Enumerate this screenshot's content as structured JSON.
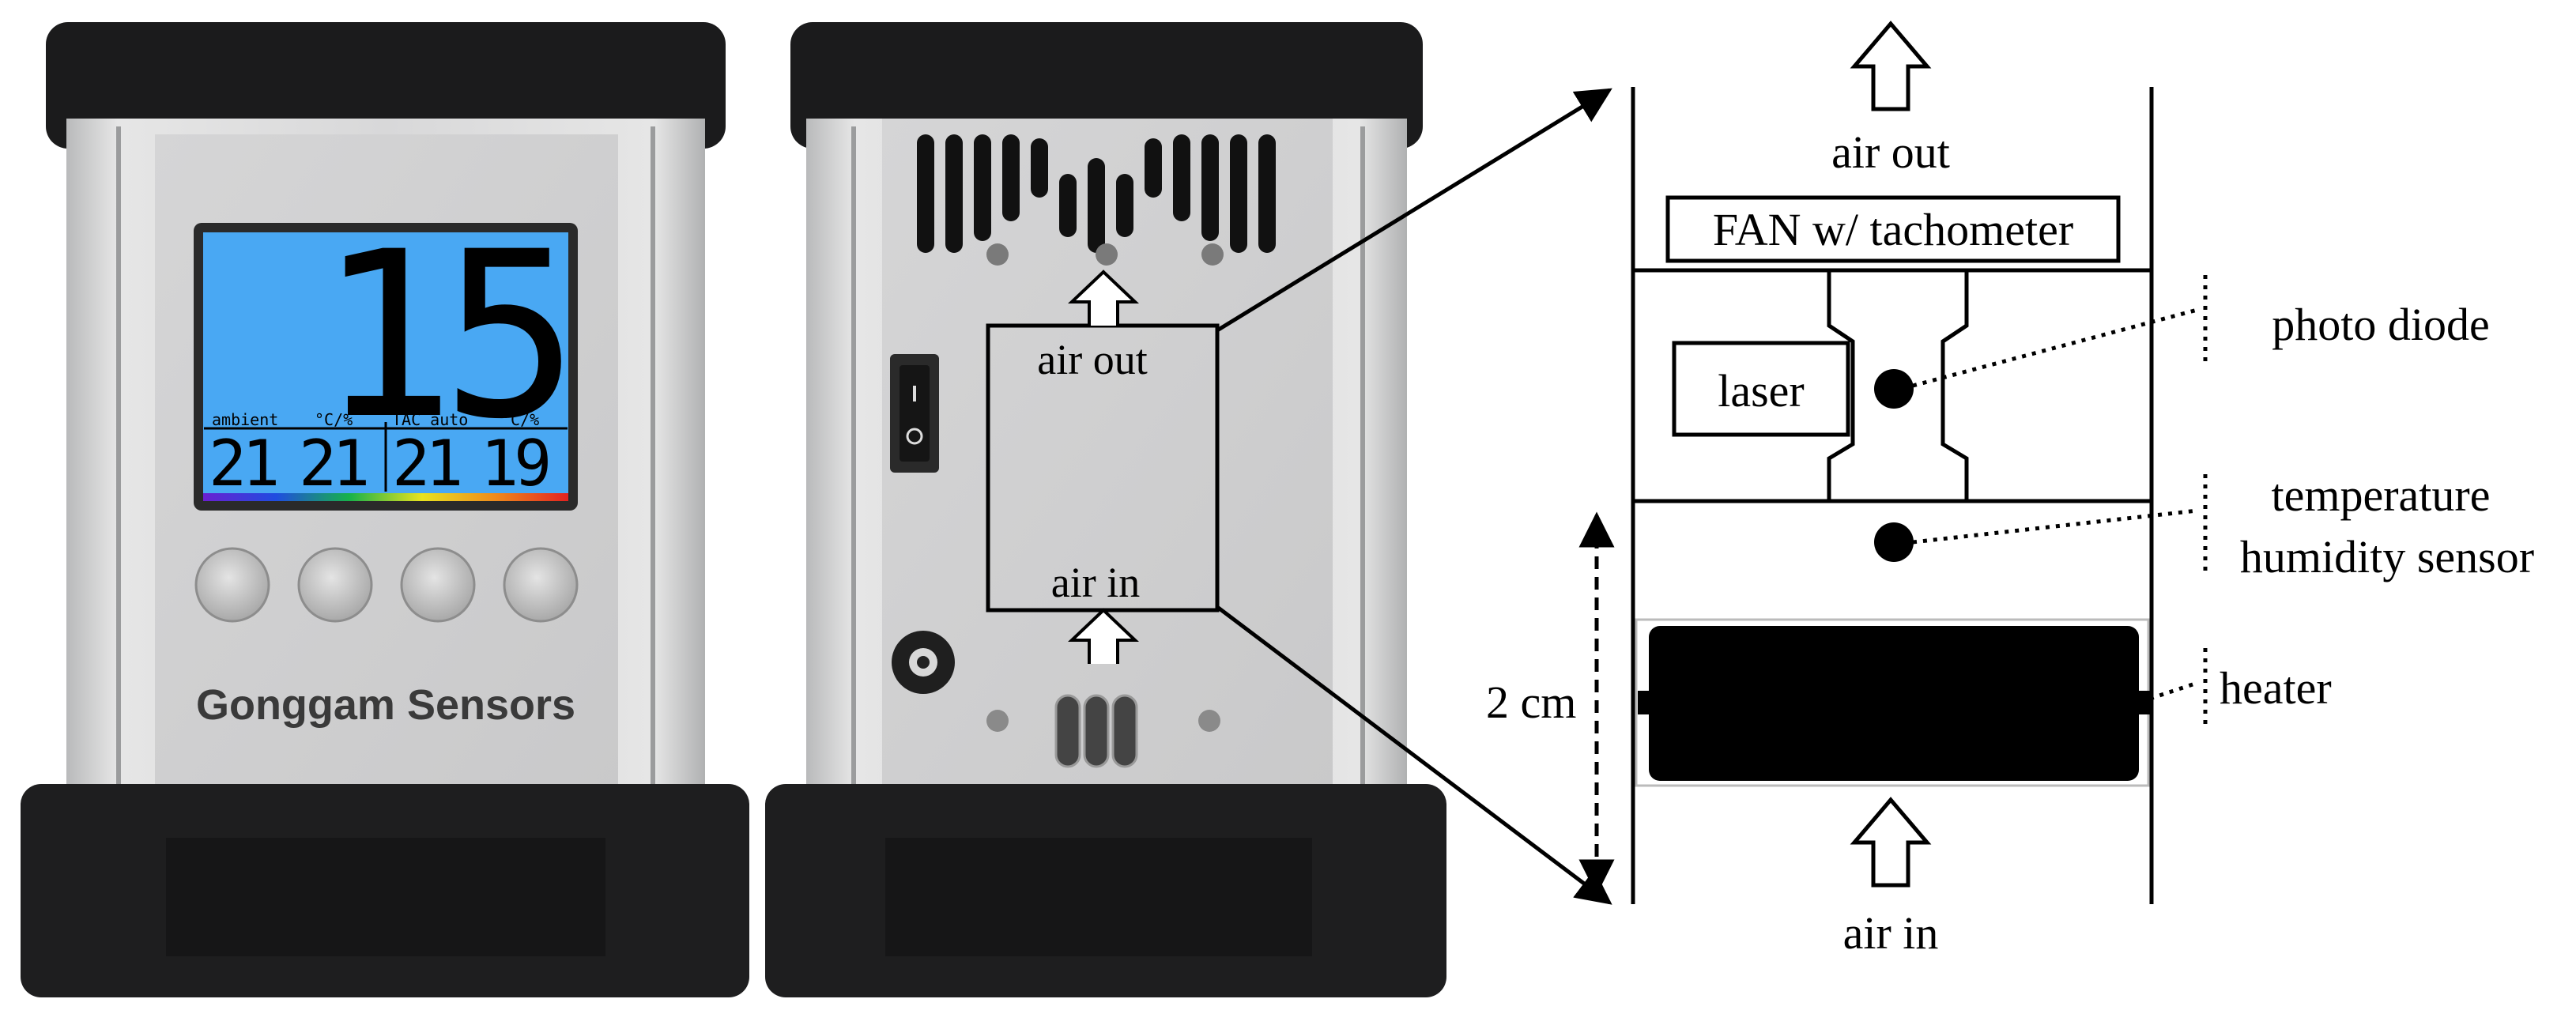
{
  "front_device": {
    "display": {
      "main_value": "15",
      "ambient_label": "ambient",
      "ambient_unit": "°C/%",
      "tac_label": "TAC auto",
      "tac_unit": "°C/%",
      "readings": [
        "21",
        "21",
        "21",
        "19"
      ],
      "background_color": "#49a8f3"
    },
    "buttons_count": 4,
    "brand": "Gonggam Sensors"
  },
  "rear_device": {
    "label_air_out": "air out",
    "label_air_in": "air in"
  },
  "schematic": {
    "label_air_out": "air out",
    "fan_label": "FAN w/ tachometer",
    "laser_label": "laser",
    "photo_diode_label": "photo diode",
    "temp_label_line1": "temperature",
    "temp_label_line2": "humidity sensor",
    "heater_label": "heater",
    "dimension_label": "2 cm",
    "label_air_in": "air in"
  }
}
